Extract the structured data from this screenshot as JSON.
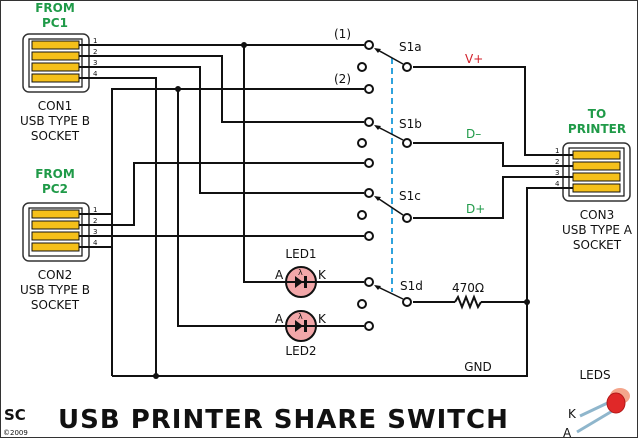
{
  "title": "USB PRINTER SHARE SWITCH",
  "logo": {
    "text": "SC",
    "copyright": "©2009"
  },
  "colors": {
    "wire": "#111111",
    "label_green": "#1f9a48",
    "label_red": "#d21f2a",
    "pin_fill": "#f5c01a",
    "led_fill": "#f2a7a9",
    "gang_line": "#2fa3dd",
    "led_body": "#e02828",
    "led_leads": "#8fb6cc"
  },
  "connectors": {
    "con1": {
      "source": "FROM PC1",
      "source_l1": "FROM",
      "source_l2": "PC1",
      "name": "CON1",
      "type": "USB TYPE B",
      "kind": "SOCKET",
      "pins": [
        "1",
        "2",
        "3",
        "4"
      ]
    },
    "con2": {
      "source": "FROM PC2",
      "source_l1": "FROM",
      "source_l2": "PC2",
      "name": "CON2",
      "type": "USB TYPE B",
      "kind": "SOCKET",
      "pins": [
        "1",
        "2",
        "3",
        "4"
      ]
    },
    "con3": {
      "dest": "TO PRINTER",
      "dest_l1": "TO",
      "dest_l2": "PRINTER",
      "name": "CON3",
      "type": "USB TYPE A",
      "kind": "SOCKET",
      "pins": [
        "1",
        "2",
        "3",
        "4"
      ]
    }
  },
  "switch": {
    "positions": [
      "(1)",
      "(2)"
    ],
    "poles": [
      {
        "name": "S1a",
        "signal": "V+"
      },
      {
        "name": "S1b",
        "signal": "D–"
      },
      {
        "name": "S1c",
        "signal": "D+"
      },
      {
        "name": "S1d",
        "signal": ""
      }
    ]
  },
  "leds": [
    {
      "name": "LED1",
      "anode": "A",
      "cathode": "K",
      "symbol": "λ"
    },
    {
      "name": "LED2",
      "anode": "A",
      "cathode": "K",
      "symbol": "λ"
    }
  ],
  "resistor": {
    "value": "470Ω"
  },
  "ground": {
    "label": "GND"
  },
  "led_pinout": {
    "title": "LEDS",
    "k": "K",
    "a": "A"
  }
}
